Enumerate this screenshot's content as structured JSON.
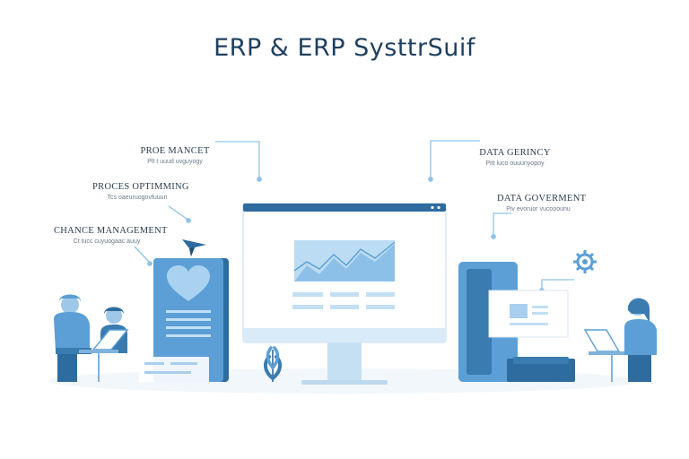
{
  "title": "ERP & ERP SysttrSuif",
  "callouts": [
    {
      "heading": "PROE MANCET",
      "sub": "Plt t uuud uvguyogy"
    },
    {
      "heading": "PROCES OPTIMMING",
      "sub": "Tcs oaeuruogovfuuun"
    },
    {
      "heading": "CHANCE MANAGEMENT",
      "sub": "Ct tucc cuyuogaac auuy"
    },
    {
      "heading": "DATA GERINCY",
      "sub": "Pitt luco ouuunyopoy"
    },
    {
      "heading": "DATA GOVERMENT",
      "sub": "Piv evoruor vucooounu"
    }
  ],
  "icons": [
    "paper-plane-icon",
    "heart-icon",
    "gear-icon",
    "plant-icon",
    "line-chart-icon"
  ],
  "colors": {
    "title": "#1f3f5f",
    "accent_dark": "#2e6b9e",
    "accent": "#5b9fd6",
    "accent_light": "#a9cfee",
    "pale": "#e3f0fa",
    "connector": "#8fc3e6"
  }
}
